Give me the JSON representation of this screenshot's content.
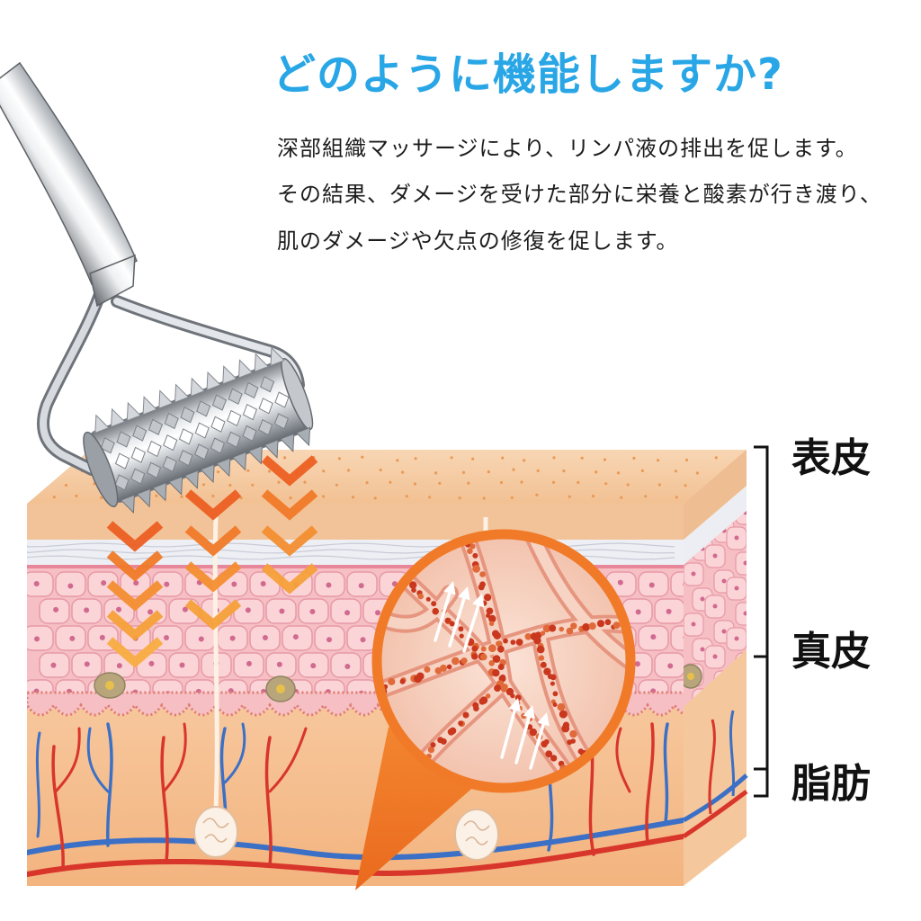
{
  "title": "どのように機能しますか?",
  "description": {
    "line1": "深部組織マッサージにより、リンパ液の排出を促します。",
    "line2": "その結果、ダメージを受けた部分に栄養と酸素が行き渡り、",
    "line3": "肌のダメージや欠点の修復を促します。"
  },
  "layers": {
    "epidermis": "表皮",
    "dermis": "真皮",
    "fat": "脂肪"
  },
  "icons": {
    "product": "derma-roller-icon",
    "magnifier": "magnified-vessels-icon",
    "arrows": "chevron-down-icon"
  },
  "colors": {
    "title": "#29a6e6",
    "text": "#1c1c1c",
    "accent": "#f07a28",
    "artery": "#d8352b",
    "vein": "#3b70c6"
  }
}
